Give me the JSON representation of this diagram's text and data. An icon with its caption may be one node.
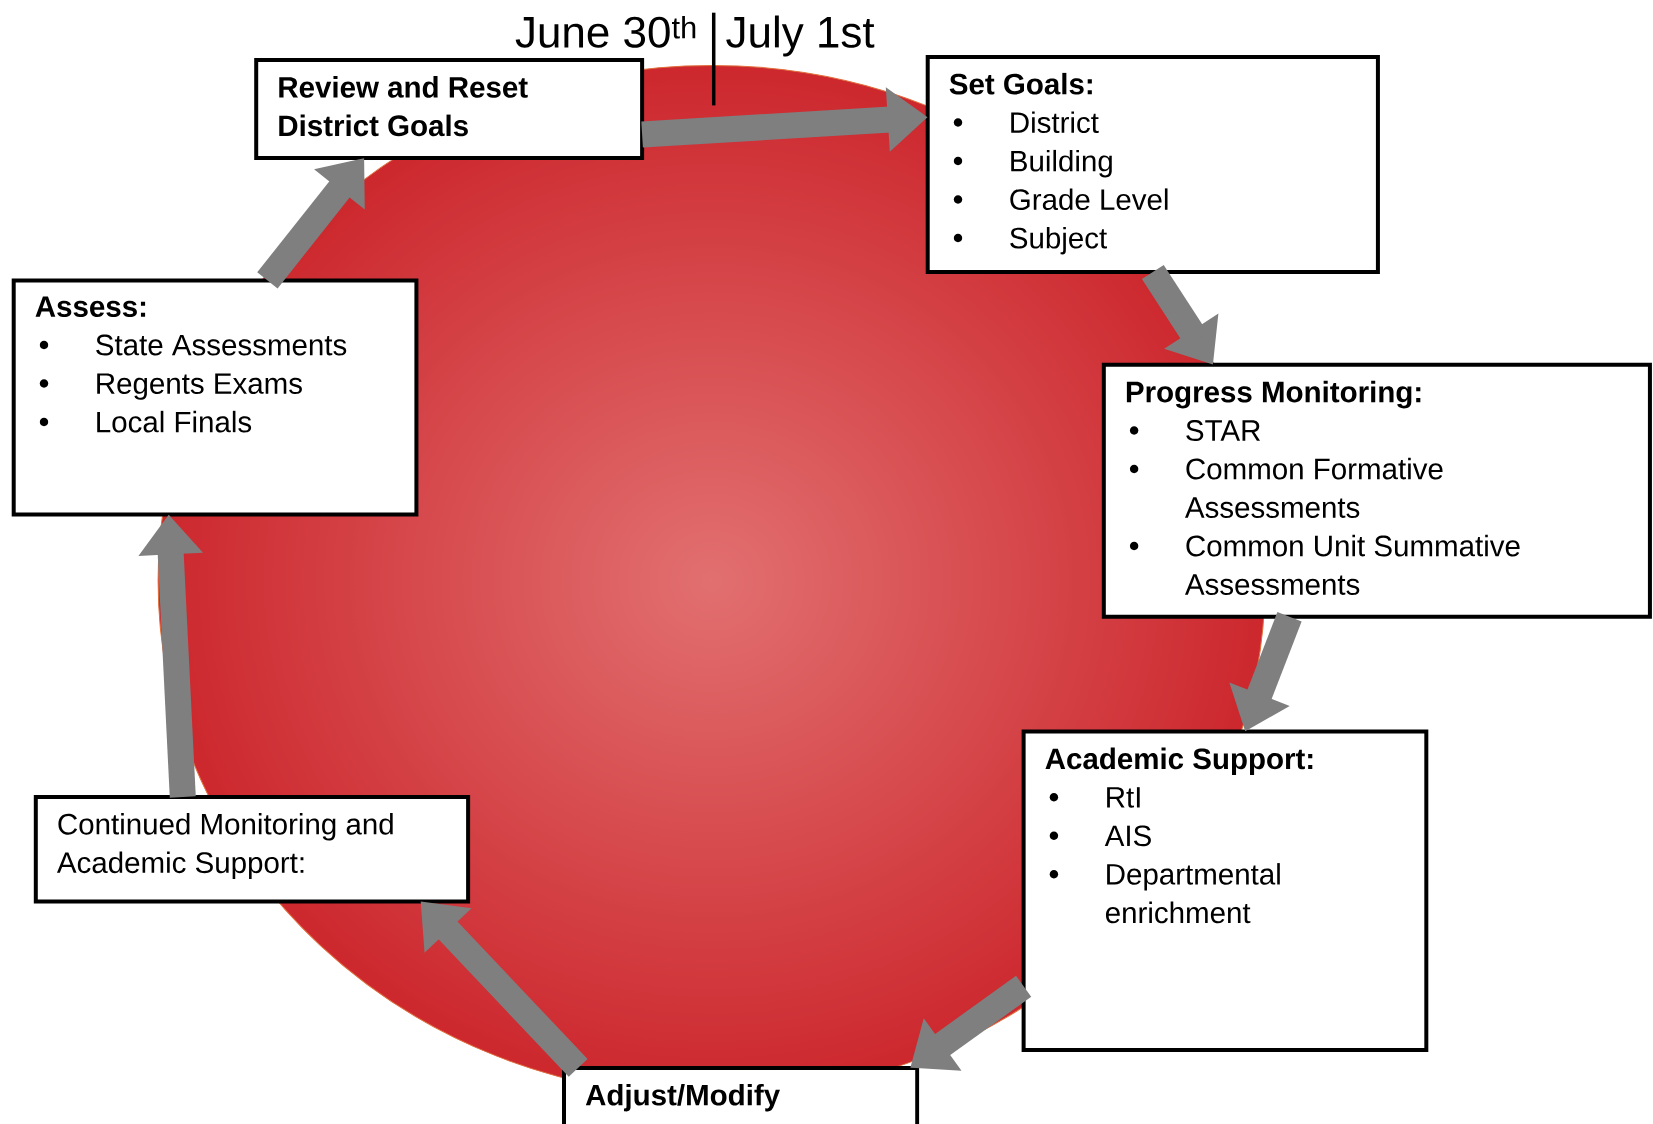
{
  "diagram": {
    "nodes": [
      {
        "text": [
          "Review and Reset District Goals"
        ]
      },
      {
        "text": [
          "Set Goals:",
          "District",
          "Building",
          "Grade Level",
          "Subject"
        ]
      },
      {
        "text": [
          "Progress Monitoring:",
          "STAR",
          "Common Formative Assessments",
          "Common Unit Summative Assessments"
        ]
      },
      {
        "text": [
          "Academic Support:",
          "RtI",
          "AIS",
          "Departmental enrichment"
        ]
      },
      {
        "text": [
          "Adjust/Modify"
        ]
      },
      {
        "text": [
          "Continued Monitoring and Academic Support:"
        ]
      },
      {
        "text": [
          "Assess:",
          "State Assessments",
          "Regents Exams",
          "Local Finals"
        ]
      }
    ],
    "edges": [
      {
        "from": 0,
        "to": 1,
        "arrow": "to"
      },
      {
        "from": 1,
        "to": 2,
        "arrow": "to"
      },
      {
        "from": 2,
        "to": 3,
        "arrow": "to"
      },
      {
        "from": 3,
        "to": 4,
        "arrow": "to"
      },
      {
        "from": 4,
        "to": 5,
        "arrow": "to"
      },
      {
        "from": 5,
        "to": 6,
        "arrow": "to"
      },
      {
        "from": 6,
        "to": 0,
        "arrow": "to"
      }
    ],
    "labels": [
      "June 30$^{th}$",
      "July 1st"
    ]
  }
}
